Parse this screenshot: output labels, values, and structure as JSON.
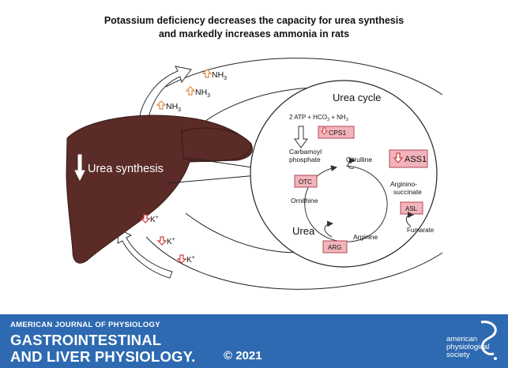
{
  "title": {
    "line1": "Potassium deficiency decreases the capacity for urea synthesis",
    "line2": "and markedly increases ammonia in rats"
  },
  "liver": {
    "urea_synthesis": "Urea synthesis",
    "nh3_labels": [
      "NH",
      "NH",
      "NH"
    ],
    "nh3_sub": "3",
    "k_labels": [
      "K",
      "K",
      "K"
    ],
    "k_sup": "+"
  },
  "cycle": {
    "title": "Urea cycle",
    "substrates": "2 ATP + HCO",
    "substrates_sub": "3",
    "substrates_tail": " + NH",
    "substrates_tail_sub": "3",
    "carbamoyl_l1": "Carbamoyl",
    "carbamoyl_l2": "phosphate",
    "citrulline": "Citrulline",
    "argsucc_l1": "Argininо-",
    "argsucc_l2": "succinate",
    "ornithine": "Ornithine",
    "arginine": "Arginine",
    "fumarate": "Fumarate",
    "urea": "Urea",
    "enzymes": {
      "cps1": "CPS1",
      "ass1": "ASS1",
      "otc": "OTC",
      "asl": "ASL",
      "arg": "ARG"
    }
  },
  "colors": {
    "liver": "#5a2b27",
    "up_arrow": "#e08a3c",
    "down_arrow": "#d03b3b",
    "enzyme_fill": "#f2b4bb",
    "enzyme_border": "#b04a55",
    "footer": "#2e6ab1"
  },
  "footer": {
    "journal_top": "AMERICAN JOURNAL OF PHYSIOLOGY",
    "journal_line1": "GASTROINTESTINAL",
    "journal_line2": "AND LIVER PHYSIOLOGY.",
    "copyright": "© 2021",
    "society_l1": "american",
    "society_l2": "physiological",
    "society_l3": "society"
  }
}
